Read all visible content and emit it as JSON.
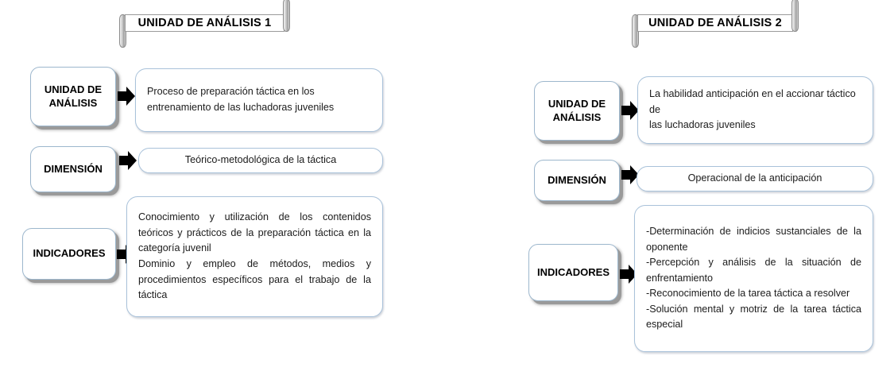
{
  "figure": {
    "background": "#ffffff",
    "accent_border": "#a9c2da",
    "shadow_color": "#9a9a9a",
    "arrow_color": "#000000"
  },
  "units": [
    {
      "banner": "UNIDAD DE ANÁLISIS  1",
      "rows": [
        {
          "label": "UNIDAD DE\nANÁLISIS",
          "label_lines": [
            "UNIDAD DE",
            "ANÁLISIS"
          ],
          "arrow": "right-arrow-icon",
          "content_lines": [
            "Proceso de preparación táctica en los",
            "entrenamiento de las luchadoras juveniles"
          ],
          "content": "Proceso de preparación táctica en los entrenamiento de las luchadoras juveniles",
          "align": "left"
        },
        {
          "label": "DIMENSIÓN",
          "label_lines": [
            "DIMENSIÓN"
          ],
          "arrow": "right-arrow-icon",
          "content_lines": [
            "Teórico-metodológica de la táctica"
          ],
          "content": "Teórico-metodológica de la táctica",
          "align": "center"
        },
        {
          "label": "INDICADORES",
          "label_lines": [
            "INDICADORES"
          ],
          "arrow": "right-arrow-icon",
          "content_lines": [
            "Conocimiento y utilización de los contenidos teóricos y prácticos de la preparación táctica en la categoría juvenil",
            "Dominio y empleo de métodos, medios y procedimientos específicos para el trabajo de la táctica"
          ],
          "content": "Conocimiento y utilización de los contenidos teóricos y prácticos de la preparación táctica en la categoría juvenil Dominio y empleo de métodos, medios y procedimientos específicos para el trabajo de la táctica",
          "align": "justify"
        }
      ]
    },
    {
      "banner": "UNIDAD DE ANÁLISIS  2",
      "rows": [
        {
          "label": "UNIDAD DE\nANÁLISIS",
          "label_lines": [
            "UNIDAD DE",
            "ANÁLISIS"
          ],
          "arrow": "right-arrow-icon",
          "content_lines": [
            "La habilidad anticipación en el accionar táctico de",
            "las luchadoras juveniles"
          ],
          "content": "La habilidad anticipación en el accionar táctico de las luchadoras juveniles",
          "align": "left"
        },
        {
          "label": "DIMENSIÓN",
          "label_lines": [
            "DIMENSIÓN"
          ],
          "arrow": "right-arrow-icon",
          "content_lines": [
            "Operacional de la anticipación"
          ],
          "content": "Operacional de la anticipación",
          "align": "center"
        },
        {
          "label": "INDICADORES",
          "label_lines": [
            "INDICADORES"
          ],
          "arrow": "right-arrow-icon",
          "content_lines": [
            "-Determinación de indicios sustanciales de la oponente",
            "-Percepción y análisis de la situación de enfrentamiento",
            "-Reconocimiento de la tarea táctica a resolver",
            "-Solución mental y motriz de la tarea táctica especial"
          ],
          "content": "-Determinación de indicios sustanciales de la oponente -Percepción y análisis de la situación de enfrentamiento -Reconocimiento de la tarea táctica a resolver -Solución mental y motriz de la tarea táctica especial",
          "align": "justify"
        }
      ]
    }
  ]
}
